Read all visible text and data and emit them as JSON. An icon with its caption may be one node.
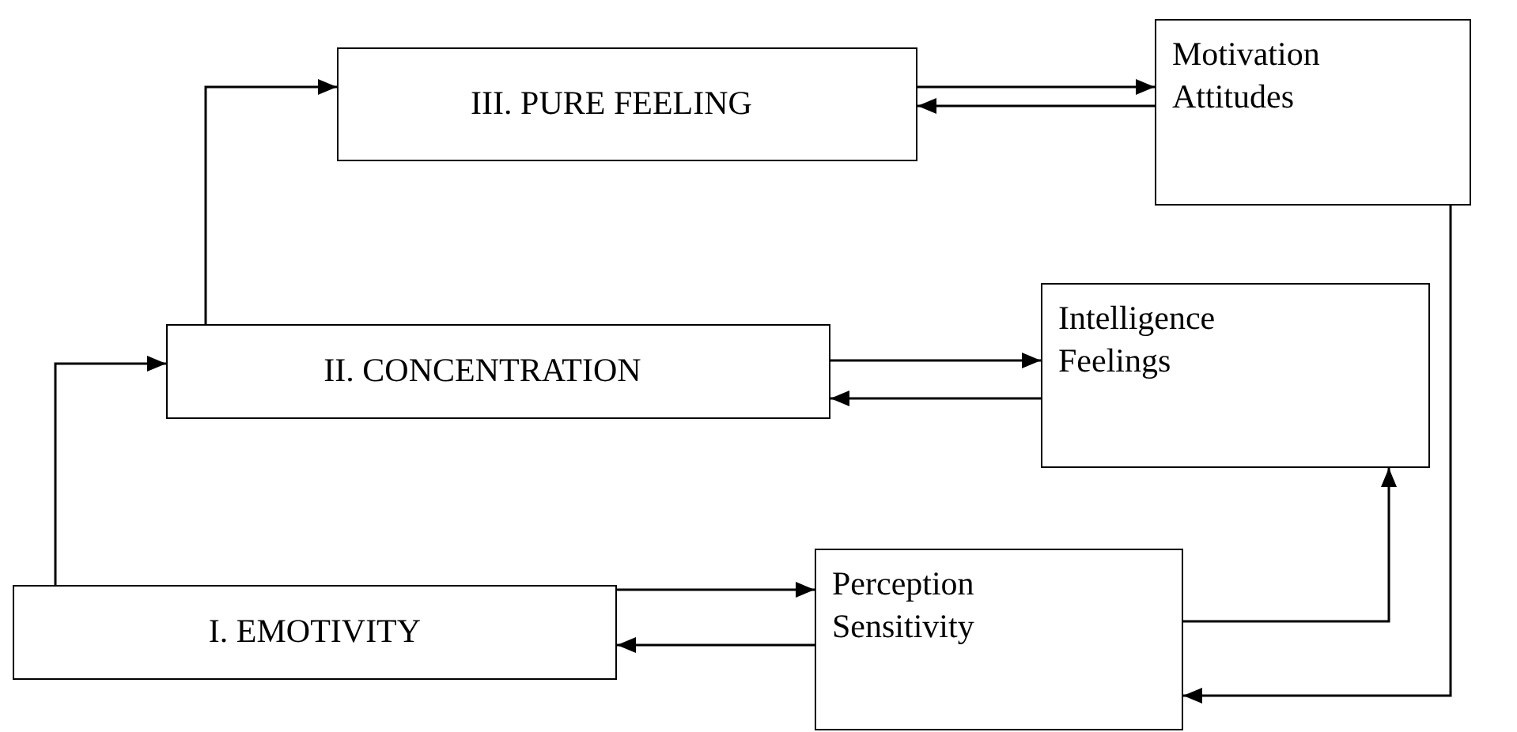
{
  "diagram": {
    "nodes": [
      {
        "text": [
          "III. PURE FEELING"
        ]
      },
      {
        "text": [
          "Motivation",
          "Attitudes"
        ]
      },
      {
        "text": [
          "II. CONCENTRATION"
        ]
      },
      {
        "text": [
          "Intelligence",
          "Feelings"
        ]
      },
      {
        "text": [
          "I. EMOTIVITY"
        ]
      },
      {
        "text": [
          "Perception",
          "Sensitivity"
        ]
      }
    ],
    "edges": [
      {
        "from": 4,
        "to": 2,
        "arrow": "to"
      },
      {
        "from": 2,
        "to": 0,
        "arrow": "to"
      },
      {
        "from": 0,
        "to": 1,
        "arrow": "to"
      },
      {
        "from": 1,
        "to": 0,
        "arrow": "to"
      },
      {
        "from": 2,
        "to": 3,
        "arrow": "to"
      },
      {
        "from": 3,
        "to": 2,
        "arrow": "to"
      },
      {
        "from": 4,
        "to": 5,
        "arrow": "to"
      },
      {
        "from": 5,
        "to": 4,
        "arrow": "to"
      },
      {
        "from": 5,
        "to": 3,
        "arrow": "to"
      },
      {
        "from": 1,
        "to": 5,
        "arrow": "to"
      }
    ]
  }
}
